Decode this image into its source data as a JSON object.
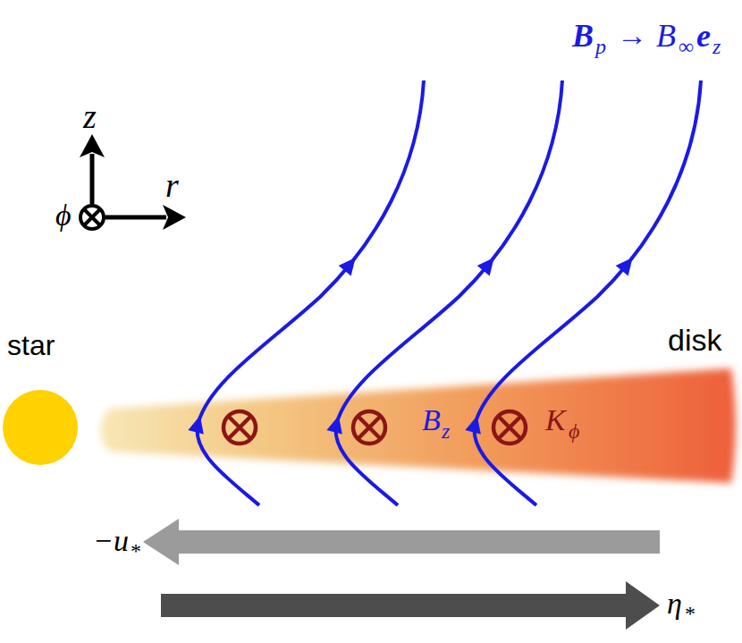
{
  "diagram": {
    "nodes": [
      {
        "text": [
          "star"
        ]
      },
      {
        "text": [
          "disk"
        ]
      }
    ],
    "labels": [
      "B",
      "p",
      "→",
      "B",
      "∞",
      "e",
      "z",
      "z",
      "r",
      "ϕ",
      "B",
      "z",
      "K",
      "ϕ",
      "−u",
      "*",
      "η",
      "*"
    ]
  }
}
